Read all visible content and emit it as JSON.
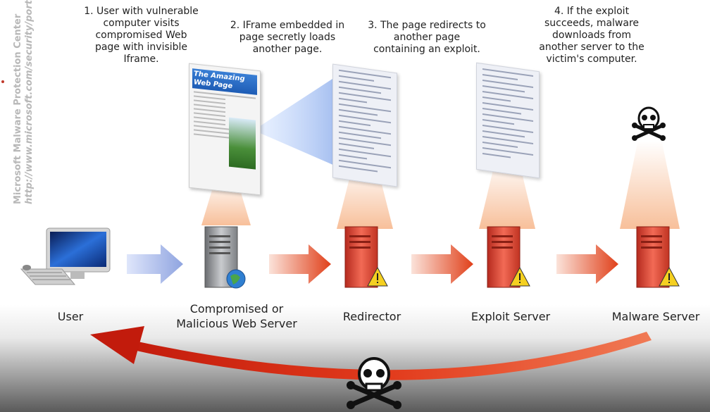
{
  "watermark": {
    "line1": "Microsoft Malware Protection Center",
    "line2": "http://www.microsoft.com/security/portal"
  },
  "steps": [
    {
      "text": "1. User with vulnerable\ncomputer visits\ncompromised Web\npage with invisible\nIframe."
    },
    {
      "text": "2. IFrame embedded in\npage secretly loads\nanother page."
    },
    {
      "text": "3. The page redirects to\nanother page\ncontaining an exploit."
    },
    {
      "text": "4. If the exploit\nsucceeds, malware\ndownloads from\nanother server to the\nvictim's computer."
    }
  ],
  "webpage_title": "The Amazing Web Page",
  "nodes": [
    {
      "label": "User"
    },
    {
      "label": "Compromised or\nMalicious Web Server"
    },
    {
      "label": "Redirector"
    },
    {
      "label": "Exploit Server"
    },
    {
      "label": "Malware Server"
    }
  ],
  "colors": {
    "flow_arrow_blue": "#a9b8e8",
    "flow_arrow_red": "#e0401a",
    "server_red": "#e0483a",
    "server_gray": "#8d8f93",
    "warning_yellow": "#f5d020"
  },
  "icons": {
    "user": "computer-icon",
    "web_server": "server-globe-icon",
    "malicious_server": "server-warning-icon",
    "danger": "skull-crossbones-icon"
  }
}
